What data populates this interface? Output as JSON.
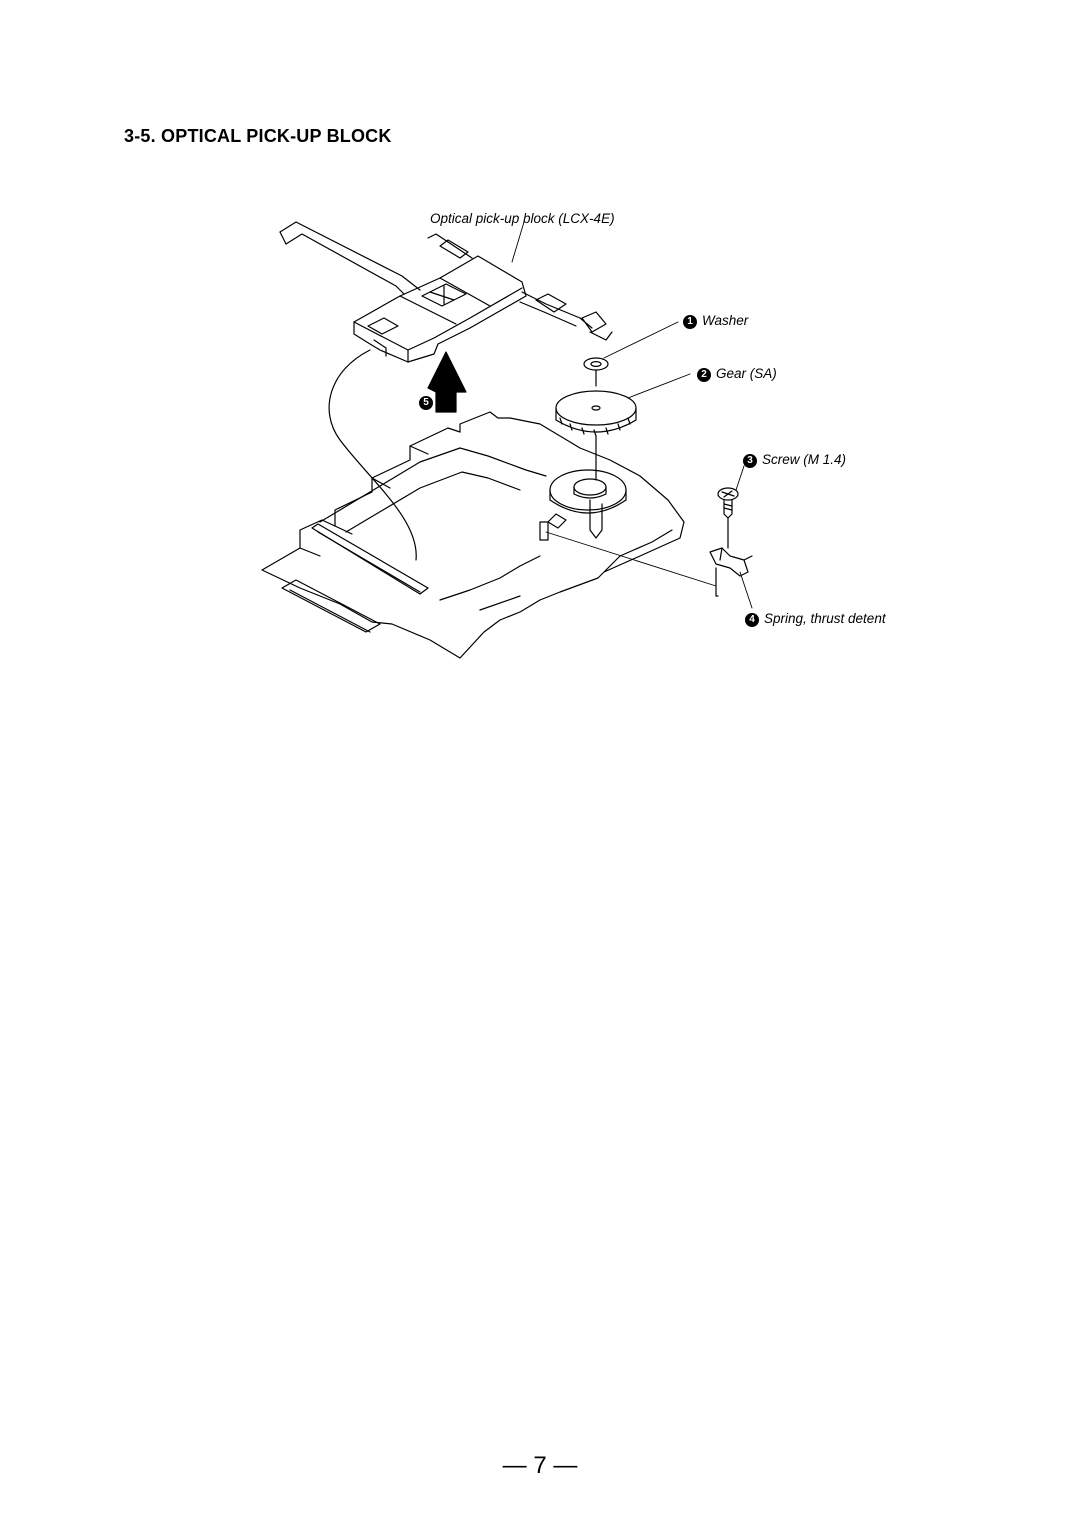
{
  "section": {
    "number": "3-5.",
    "title": "OPTICAL PICK-UP BLOCK"
  },
  "diagram": {
    "main_label": "Optical pick-up block (LCX-4E)",
    "parts": [
      {
        "step": "1",
        "label": "Washer"
      },
      {
        "step": "2",
        "label": "Gear (SA)"
      },
      {
        "step": "3",
        "label": "Screw (M 1.4)"
      },
      {
        "step": "4",
        "label": "Spring, thrust detent"
      }
    ],
    "removal_step": "5"
  },
  "footer": {
    "page_number": "— 7 —"
  }
}
